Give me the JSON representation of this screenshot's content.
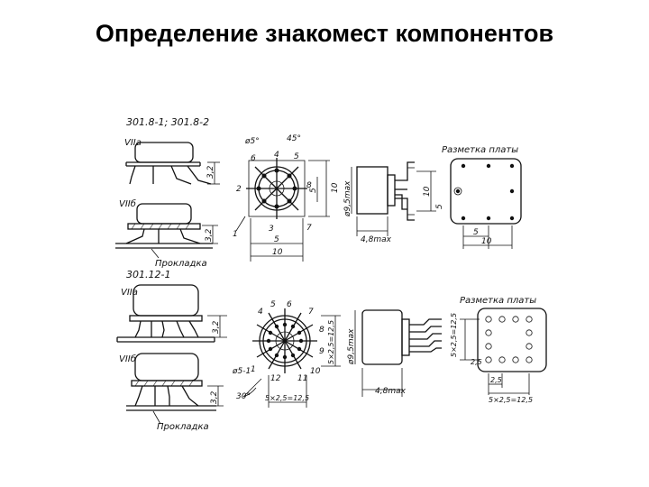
{
  "slide": {
    "title": "Определение знакомест компонентов"
  },
  "top_row": {
    "case_title": "301.8-1; 301.8-2",
    "variant_a": "VIIа",
    "variant_b": "VIIб",
    "spacer_label": "Прокладка",
    "dim_height_a": "3,2",
    "dim_height_b": "3,2",
    "pin_angle_1": "ø5°",
    "pin_angle_2": "45°",
    "pin_numbers": [
      "1",
      "2",
      "3",
      "4",
      "5",
      "6",
      "7",
      "8"
    ],
    "dim_pin_5": "5",
    "dim_pin_10": "10",
    "dim_bottom_5": "5",
    "dim_bottom_10": "10",
    "dim_body_diam": "ø9,5max",
    "dim_side_10": "10",
    "dim_side_5": "5",
    "dim_base": "4,8max",
    "board_label": "Разметка платы",
    "board_dim_5": "5",
    "board_dim_10": "10"
  },
  "bottom_row": {
    "case_title": "301.12-1",
    "variant_a": "VIIа",
    "variant_b": "VIIб",
    "spacer_label": "Прокладка",
    "dim_height_a": "3,2",
    "dim_height_b": "3,2",
    "pin_numbers": [
      "1",
      "4",
      "5",
      "6",
      "7",
      "8",
      "9",
      "10",
      "11",
      "12"
    ],
    "dim_angle": "30°",
    "dim_step_bottom": "5×2,5=12,5",
    "dim_step_side": "5×2,5=12,5",
    "dim_pin_diam": "ø5-1",
    "dim_body_diam": "ø9,5max",
    "dim_base": "4,8max",
    "board_label": "Разметка платы",
    "board_dim_side": "5×2,5=12,5",
    "board_dim_25": "2,5",
    "board_dim_25b": "2,5",
    "board_dim_bottom": "5×2,5=12,5"
  },
  "colors": {
    "ink": "#111111",
    "background": "#ffffff"
  }
}
